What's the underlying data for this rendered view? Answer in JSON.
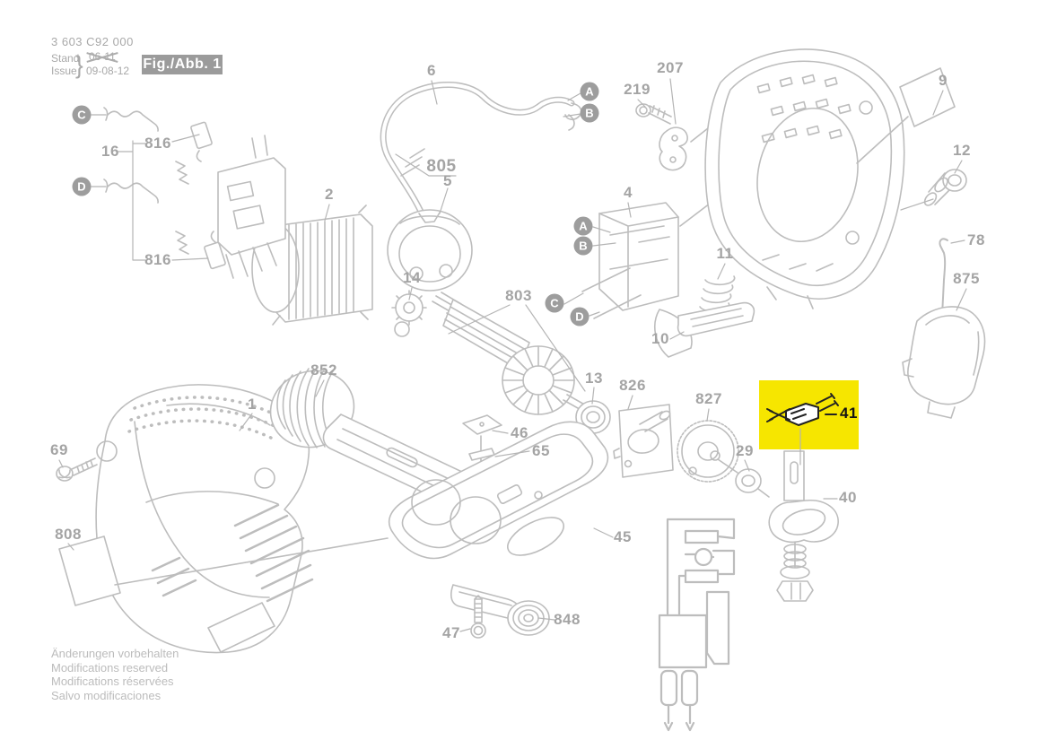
{
  "document": {
    "part_number": "3 603 C92 000",
    "stand_label": "Stand",
    "issue_label": "Issue",
    "superseded_date": "06-11",
    "issue_date": "09-08-12",
    "figure_label": "Fig./Abb. 1"
  },
  "footer": {
    "de": "Änderungen vorbehalten",
    "en": "Modifications reserved",
    "fr": "Modifications réservées",
    "es": "Salvo modificaciones"
  },
  "colors": {
    "line_gray": "#bdbdbd",
    "label_gray": "#a4a4a4",
    "badge_gray": "#9d9d9d",
    "figure_box_bg": "#9b9b9b",
    "highlight_yellow": "#f6e600",
    "highlight_label": "#141414"
  },
  "badges": {
    "a": "A",
    "b": "B",
    "c": "C",
    "d": "D"
  },
  "highlight": {
    "part": "41",
    "color": "#f6e600"
  },
  "callouts": {
    "c1": "1",
    "c2": "2",
    "c4": "4",
    "c5": "5",
    "c6": "6",
    "c9": "9",
    "c10": "10",
    "c11": "11",
    "c12": "12",
    "c13": "13",
    "c14": "14",
    "c16": "16",
    "c29": "29",
    "c40": "40",
    "c41": "41",
    "c45": "45",
    "c46": "46",
    "c47": "47",
    "c65": "65",
    "c69": "69",
    "c78": "78",
    "c207": "207",
    "c219": "219",
    "c803": "803",
    "c805": "805",
    "c808": "808",
    "c816a": "816",
    "c816b": "816",
    "c826": "826",
    "c827": "827",
    "c848": "848",
    "c852": "852",
    "c875": "875"
  }
}
